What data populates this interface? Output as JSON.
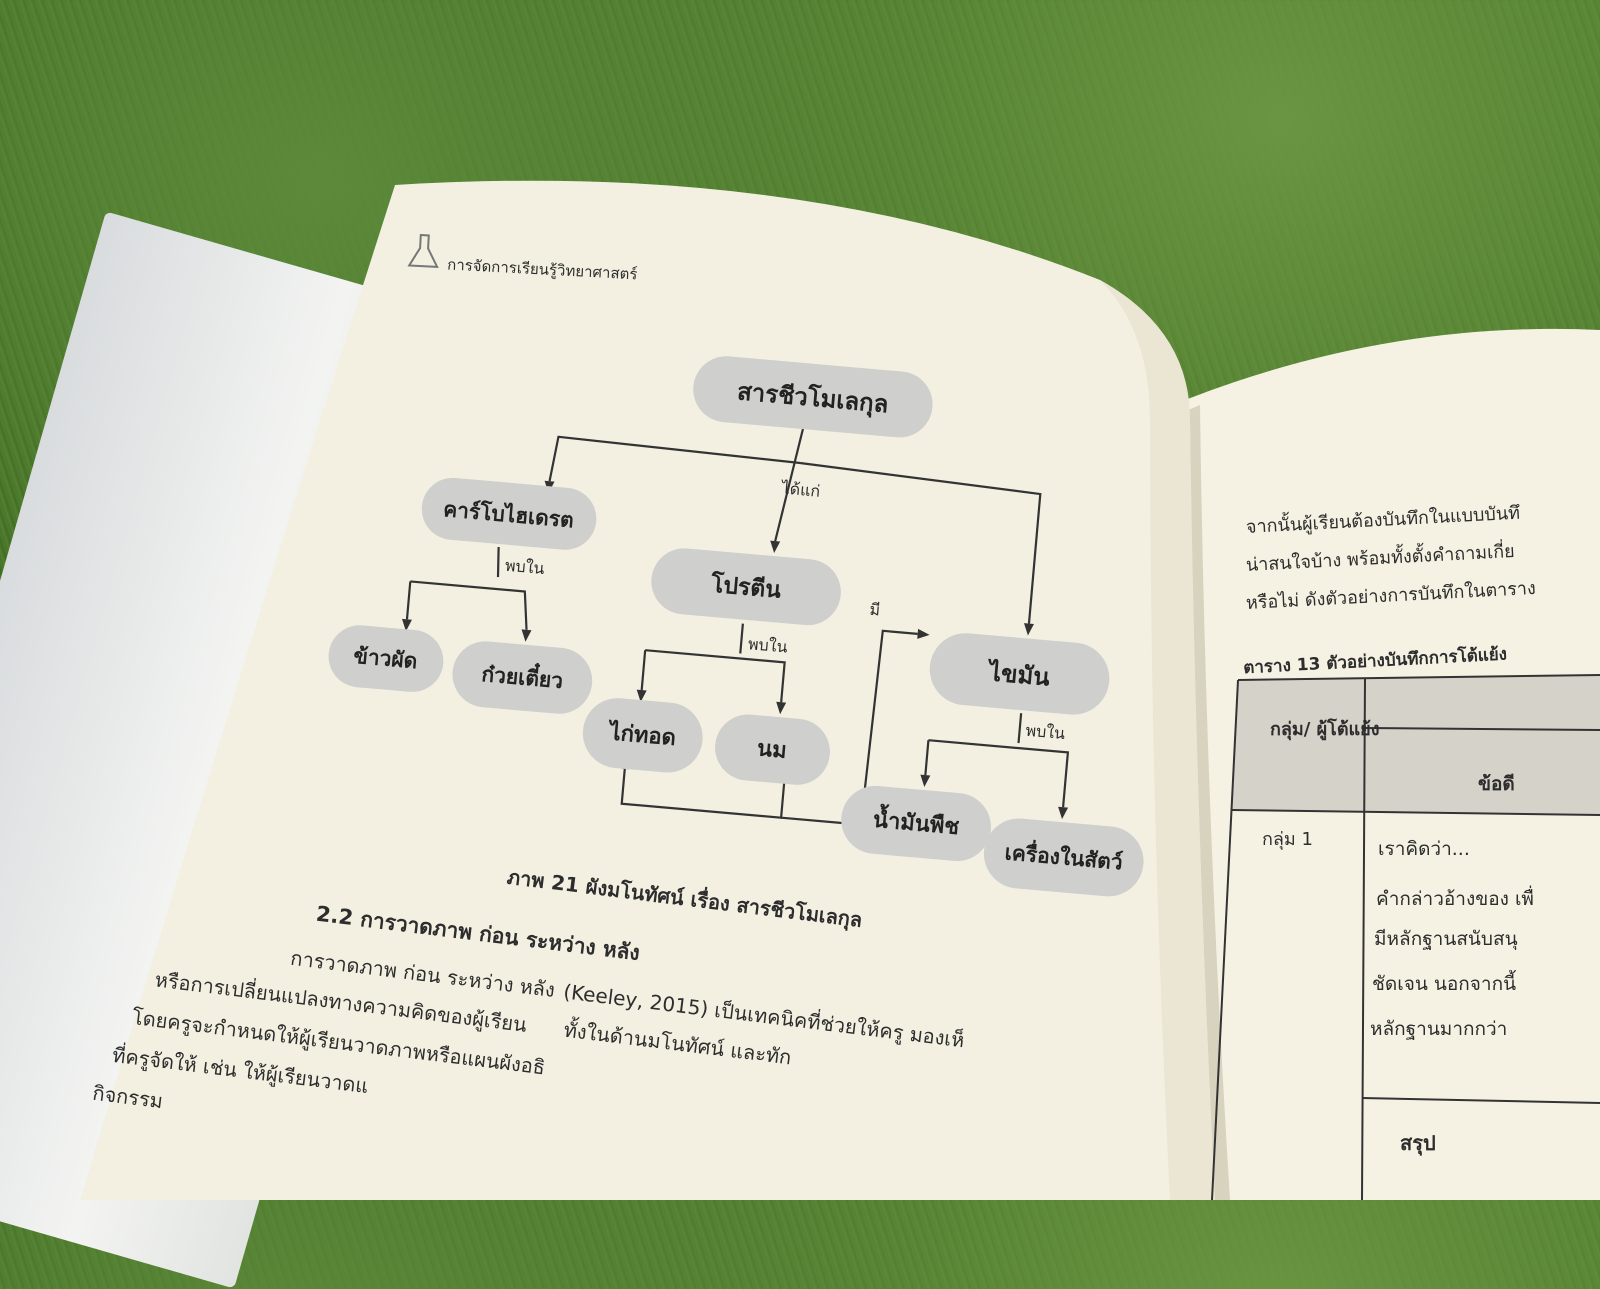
{
  "header": {
    "title": "การจัดการเรียนรู้วิทยาศาสตร์"
  },
  "concept_map": {
    "root": "สารชีวโมเลกุล",
    "root_link": "ได้แก่",
    "level1": [
      "คาร์โบไฮเดรต",
      "โปรตีน",
      "ไขมัน"
    ],
    "link_found": "พบใน",
    "link_has": "มี",
    "carb_children": [
      "ข้าวผัด",
      "ก๋วยเตี๋ยว"
    ],
    "protein_children": [
      "ไก่ทอด",
      "นม"
    ],
    "fat_children": [
      "น้ำมันพืช",
      "เครื่องในสัตว์"
    ]
  },
  "caption": "ภาพ 21 ผังมโนทัศน์ เรื่อง สารชีวโมเลกุล",
  "section_heading": "2.2  การวาดภาพ ก่อน ระหว่าง หลัง",
  "body_lines": [
    "การวาดภาพ ก่อน ระหว่าง หลัง",
    "หรือการเปลี่ยนแปลงทางความคิดของผู้เรียน",
    "โดยครูจะกำหนดให้ผู้เรียนวาดภาพหรือแผนผังอธิ",
    "ที่ครูจัดให้ เช่น ให้ผู้เรียนวาดแ",
    "กิจกรรม"
  ],
  "body_right_fragments": [
    "(Keeley, 2015) เป็นเทคนิคที่ช่วยให้ครู มองเห็",
    "ทั้งในด้านมโนทัศน์ และทัก"
  ],
  "right_page": {
    "lines": [
      "จากนั้นผู้เรียนต้องบันทึกในแบบบันทึ",
      "น่าสนใจบ้าง  พร้อมทั้งตั้งคำถามเกี่ย",
      "หรือไม่ ดังตัวอย่างการบันทึกในตาราง"
    ],
    "table_title": "ตาราง 13 ตัวอย่างบันทึกการโต้แย้ง",
    "table_header_col1": "กลุ่ม/ ผู้โต้แย้ง",
    "table_header_col2": "ข้อดี",
    "row1_group": "กลุ่ม 1",
    "row1_lines": [
      "เราคิดว่า...",
      "คำกล่าวอ้างของ เพื่",
      "มีหลักฐานสนับสนุ",
      "ชัดเจน นอกจากนี้",
      "หลักฐานมากกว่า"
    ],
    "summary": "สรุป"
  }
}
